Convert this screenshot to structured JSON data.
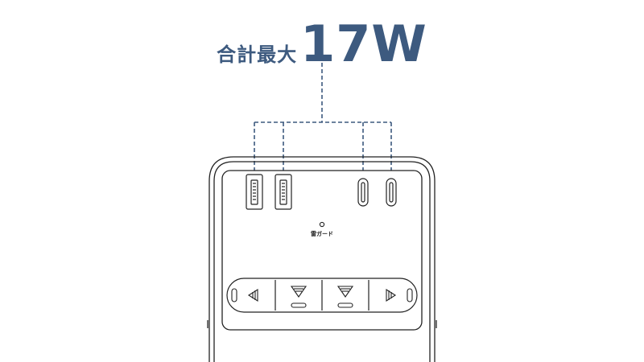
{
  "headline": {
    "label": "合計最大",
    "value": "17W"
  },
  "device": {
    "guard_label": "雷ガード"
  },
  "colors": {
    "accent": "#3d5a7f",
    "line": "#222222",
    "dashed_connector": "#3d5a7f"
  }
}
